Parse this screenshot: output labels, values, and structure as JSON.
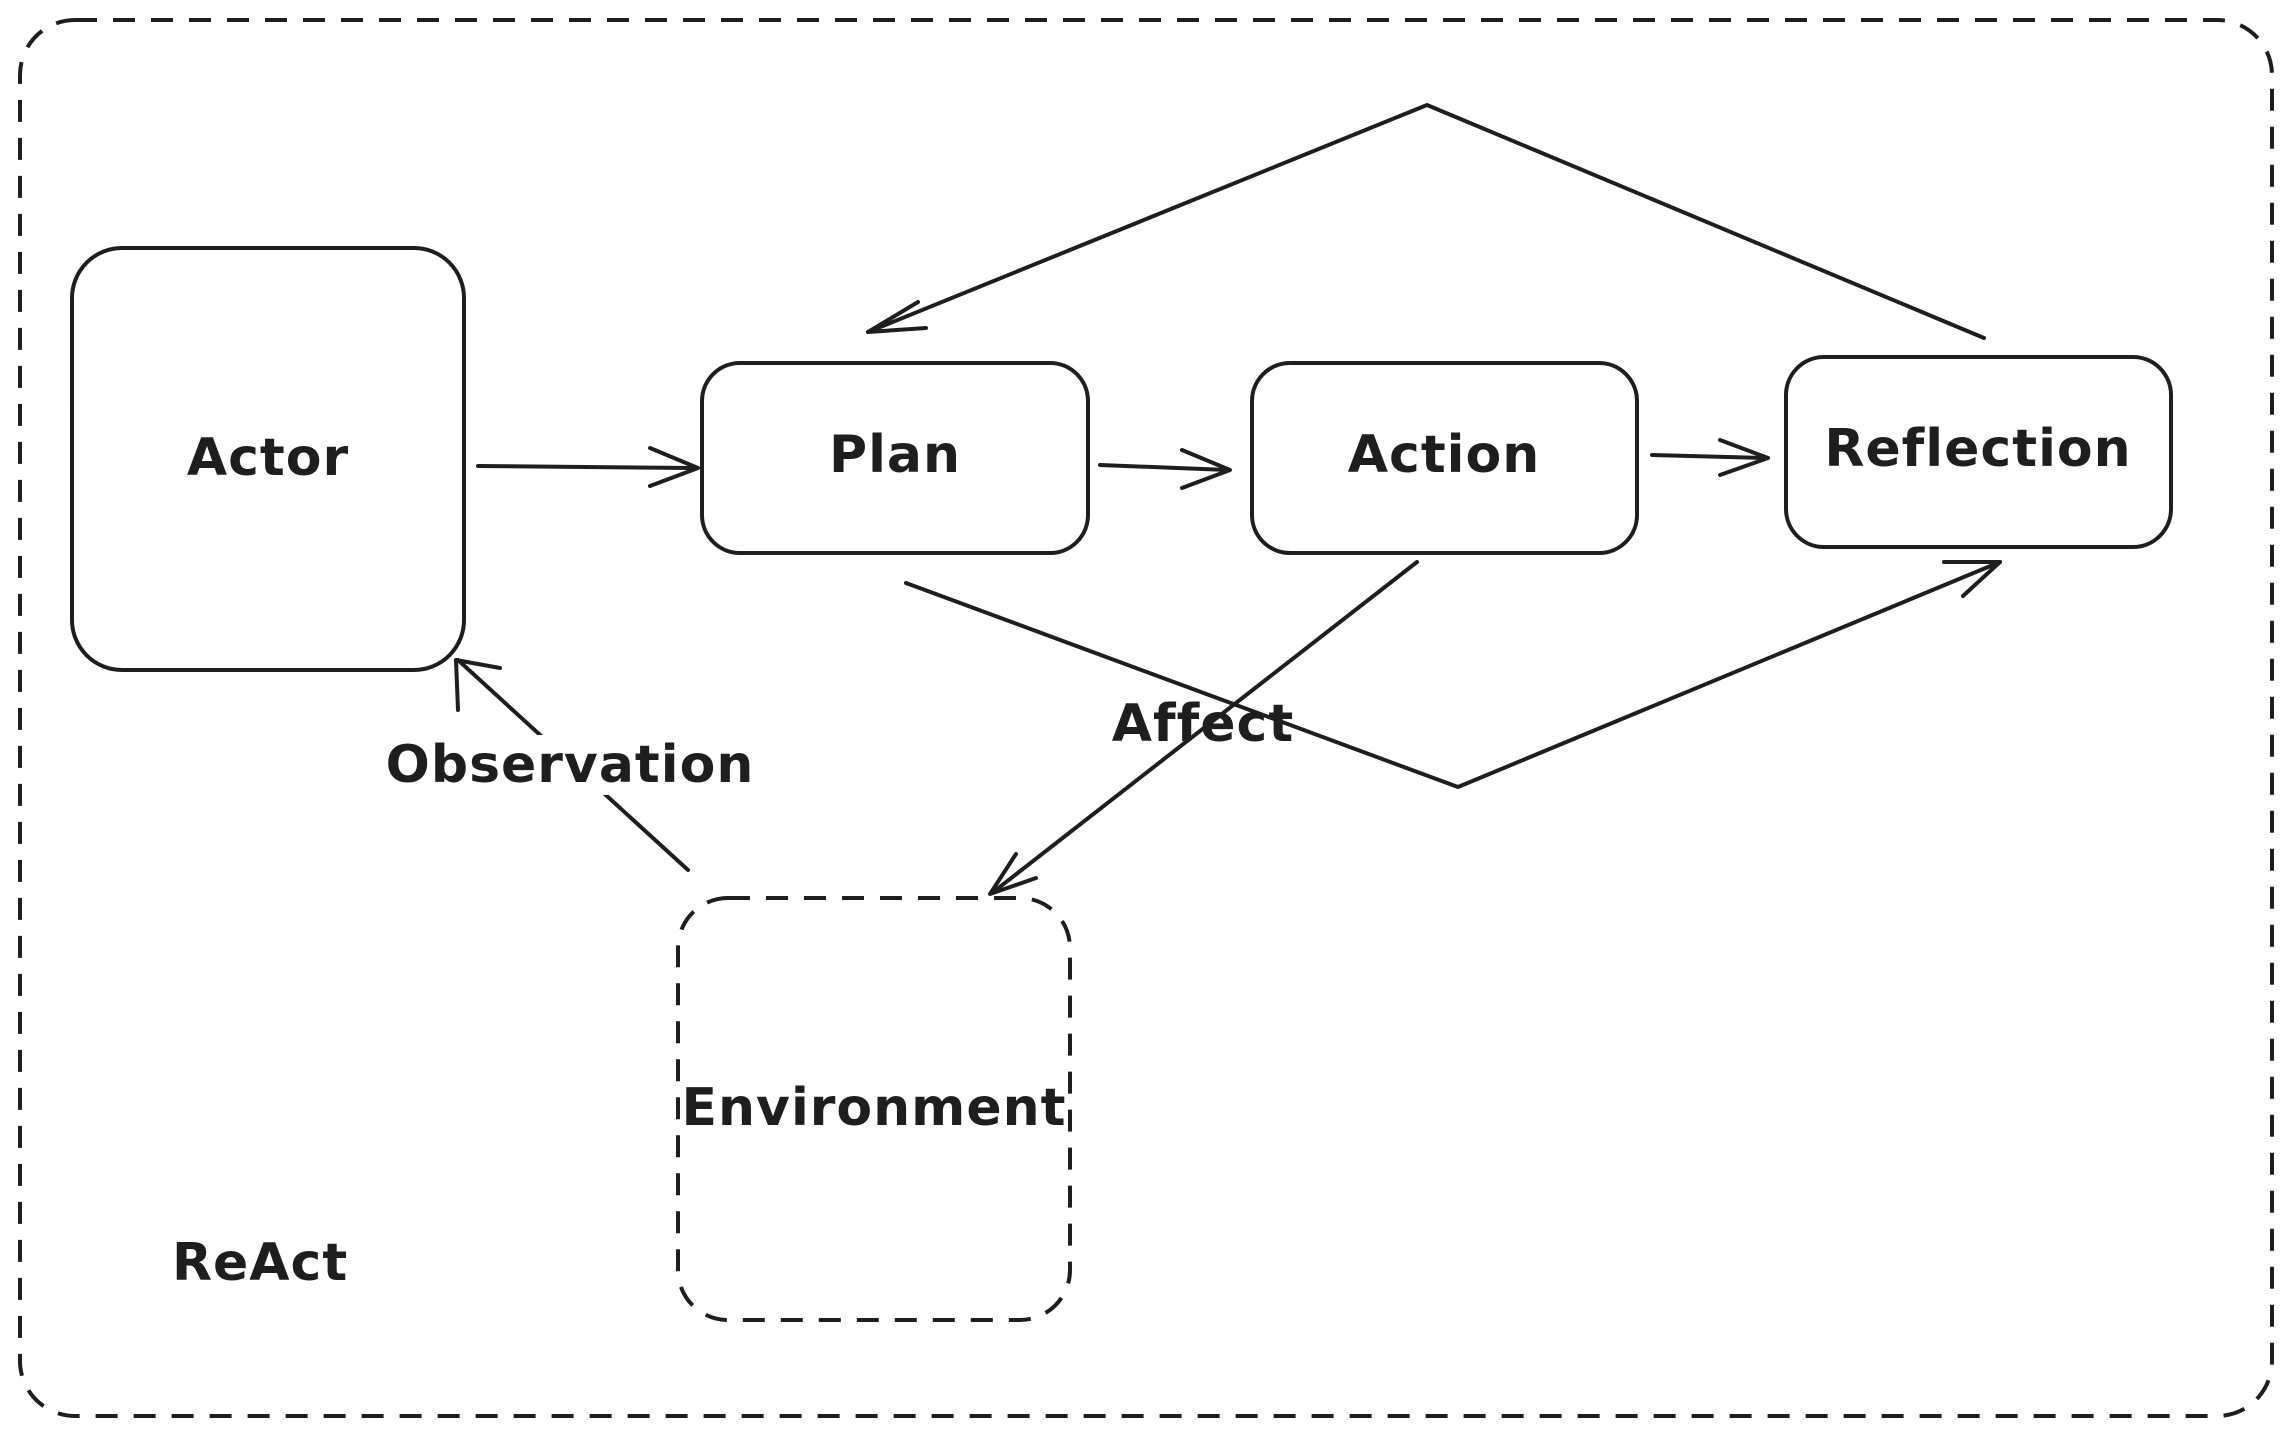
{
  "diagram": {
    "frame_label": "ReAct",
    "nodes": {
      "actor": "Actor",
      "plan": "Plan",
      "action": "Action",
      "reflection": "Reflection",
      "environment": "Environment"
    },
    "edges": {
      "observation": "Observation",
      "affect": "Affect"
    },
    "colors": {
      "stroke": "#1e1e1e",
      "background": "#ffffff"
    }
  }
}
